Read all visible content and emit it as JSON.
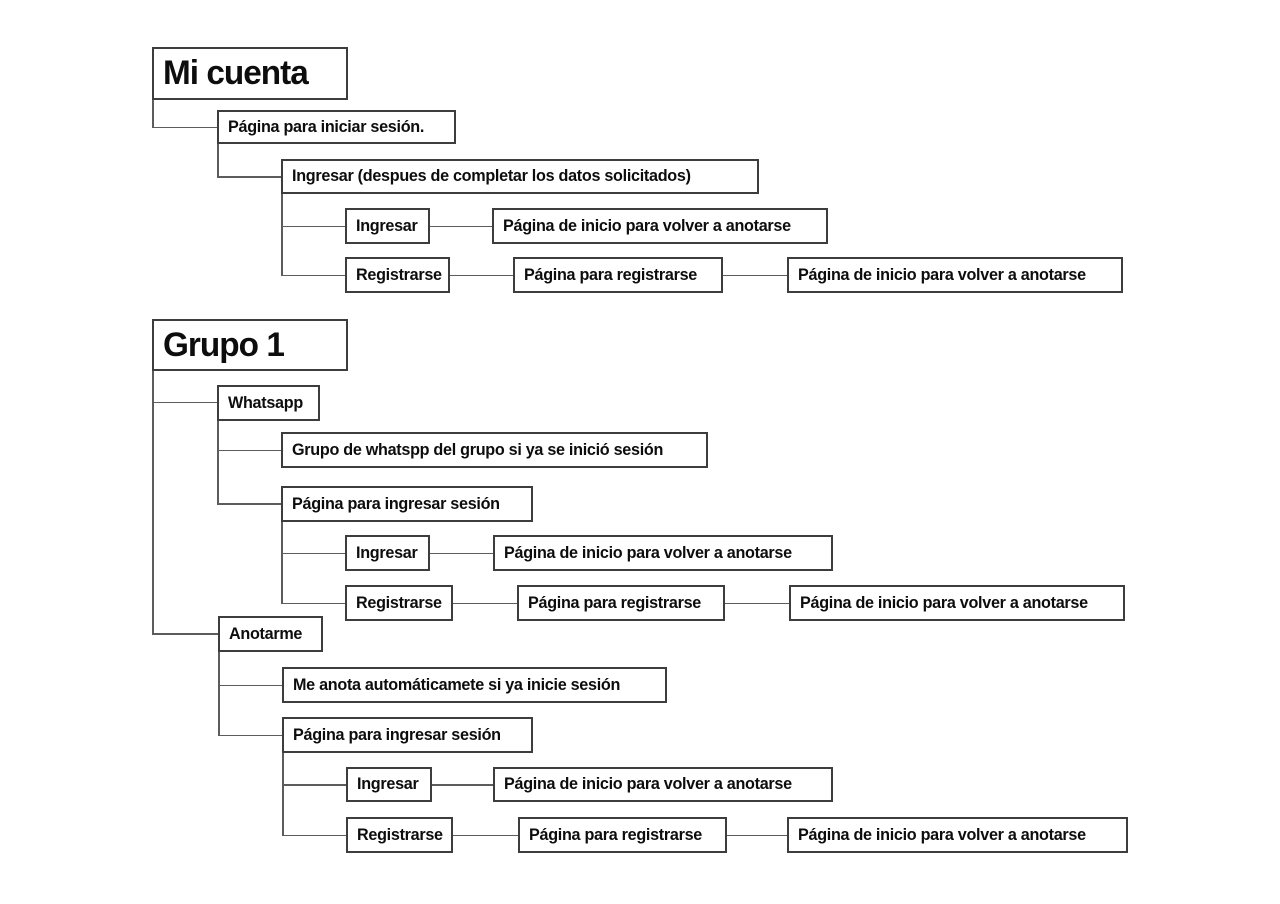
{
  "mi_cuenta": {
    "title": "Mi cuenta",
    "pagina_iniciar_sesion": "Página para iniciar sesión.",
    "ingresar_despues": "Ingresar (despues de completar los datos solicitados)",
    "ingresar": "Ingresar",
    "pagina_inicio_volver_1": "Página de inicio para volver a anotarse",
    "registrarse": "Registrarse",
    "pagina_registrarse": "Página para registrarse",
    "pagina_inicio_volver_2": "Página de inicio para volver a anotarse"
  },
  "grupo1": {
    "title": "Grupo 1",
    "whatsapp": "Whatsapp",
    "grupo_whatsapp": "Grupo de whatspp del grupo si ya se inició sesión",
    "pagina_ingresar_sesion_1": "Página para ingresar sesión",
    "w_ingresar": "Ingresar",
    "w_pagina_inicio_1": "Página de inicio para volver a anotarse",
    "w_registrarse": "Registrarse",
    "w_pagina_registrarse": "Página para registrarse",
    "w_pagina_inicio_2": "Página de inicio para volver a anotarse",
    "anotarme": "Anotarme",
    "me_anota": "Me anota automáticamete si ya inicie sesión",
    "pagina_ingresar_sesion_2": "Página para ingresar sesión",
    "a_ingresar": "Ingresar",
    "a_pagina_inicio_1": "Página de inicio para volver a anotarse",
    "a_registrarse": "Registrarse",
    "a_pagina_registrarse": "Página para registrarse",
    "a_pagina_inicio_2": "Página de inicio para volver a anotarse"
  },
  "colors": {
    "background": "#ffffff",
    "box_border": "#3d3d3d",
    "connector": "#5c5c5c",
    "text": "#0d0d0d"
  }
}
